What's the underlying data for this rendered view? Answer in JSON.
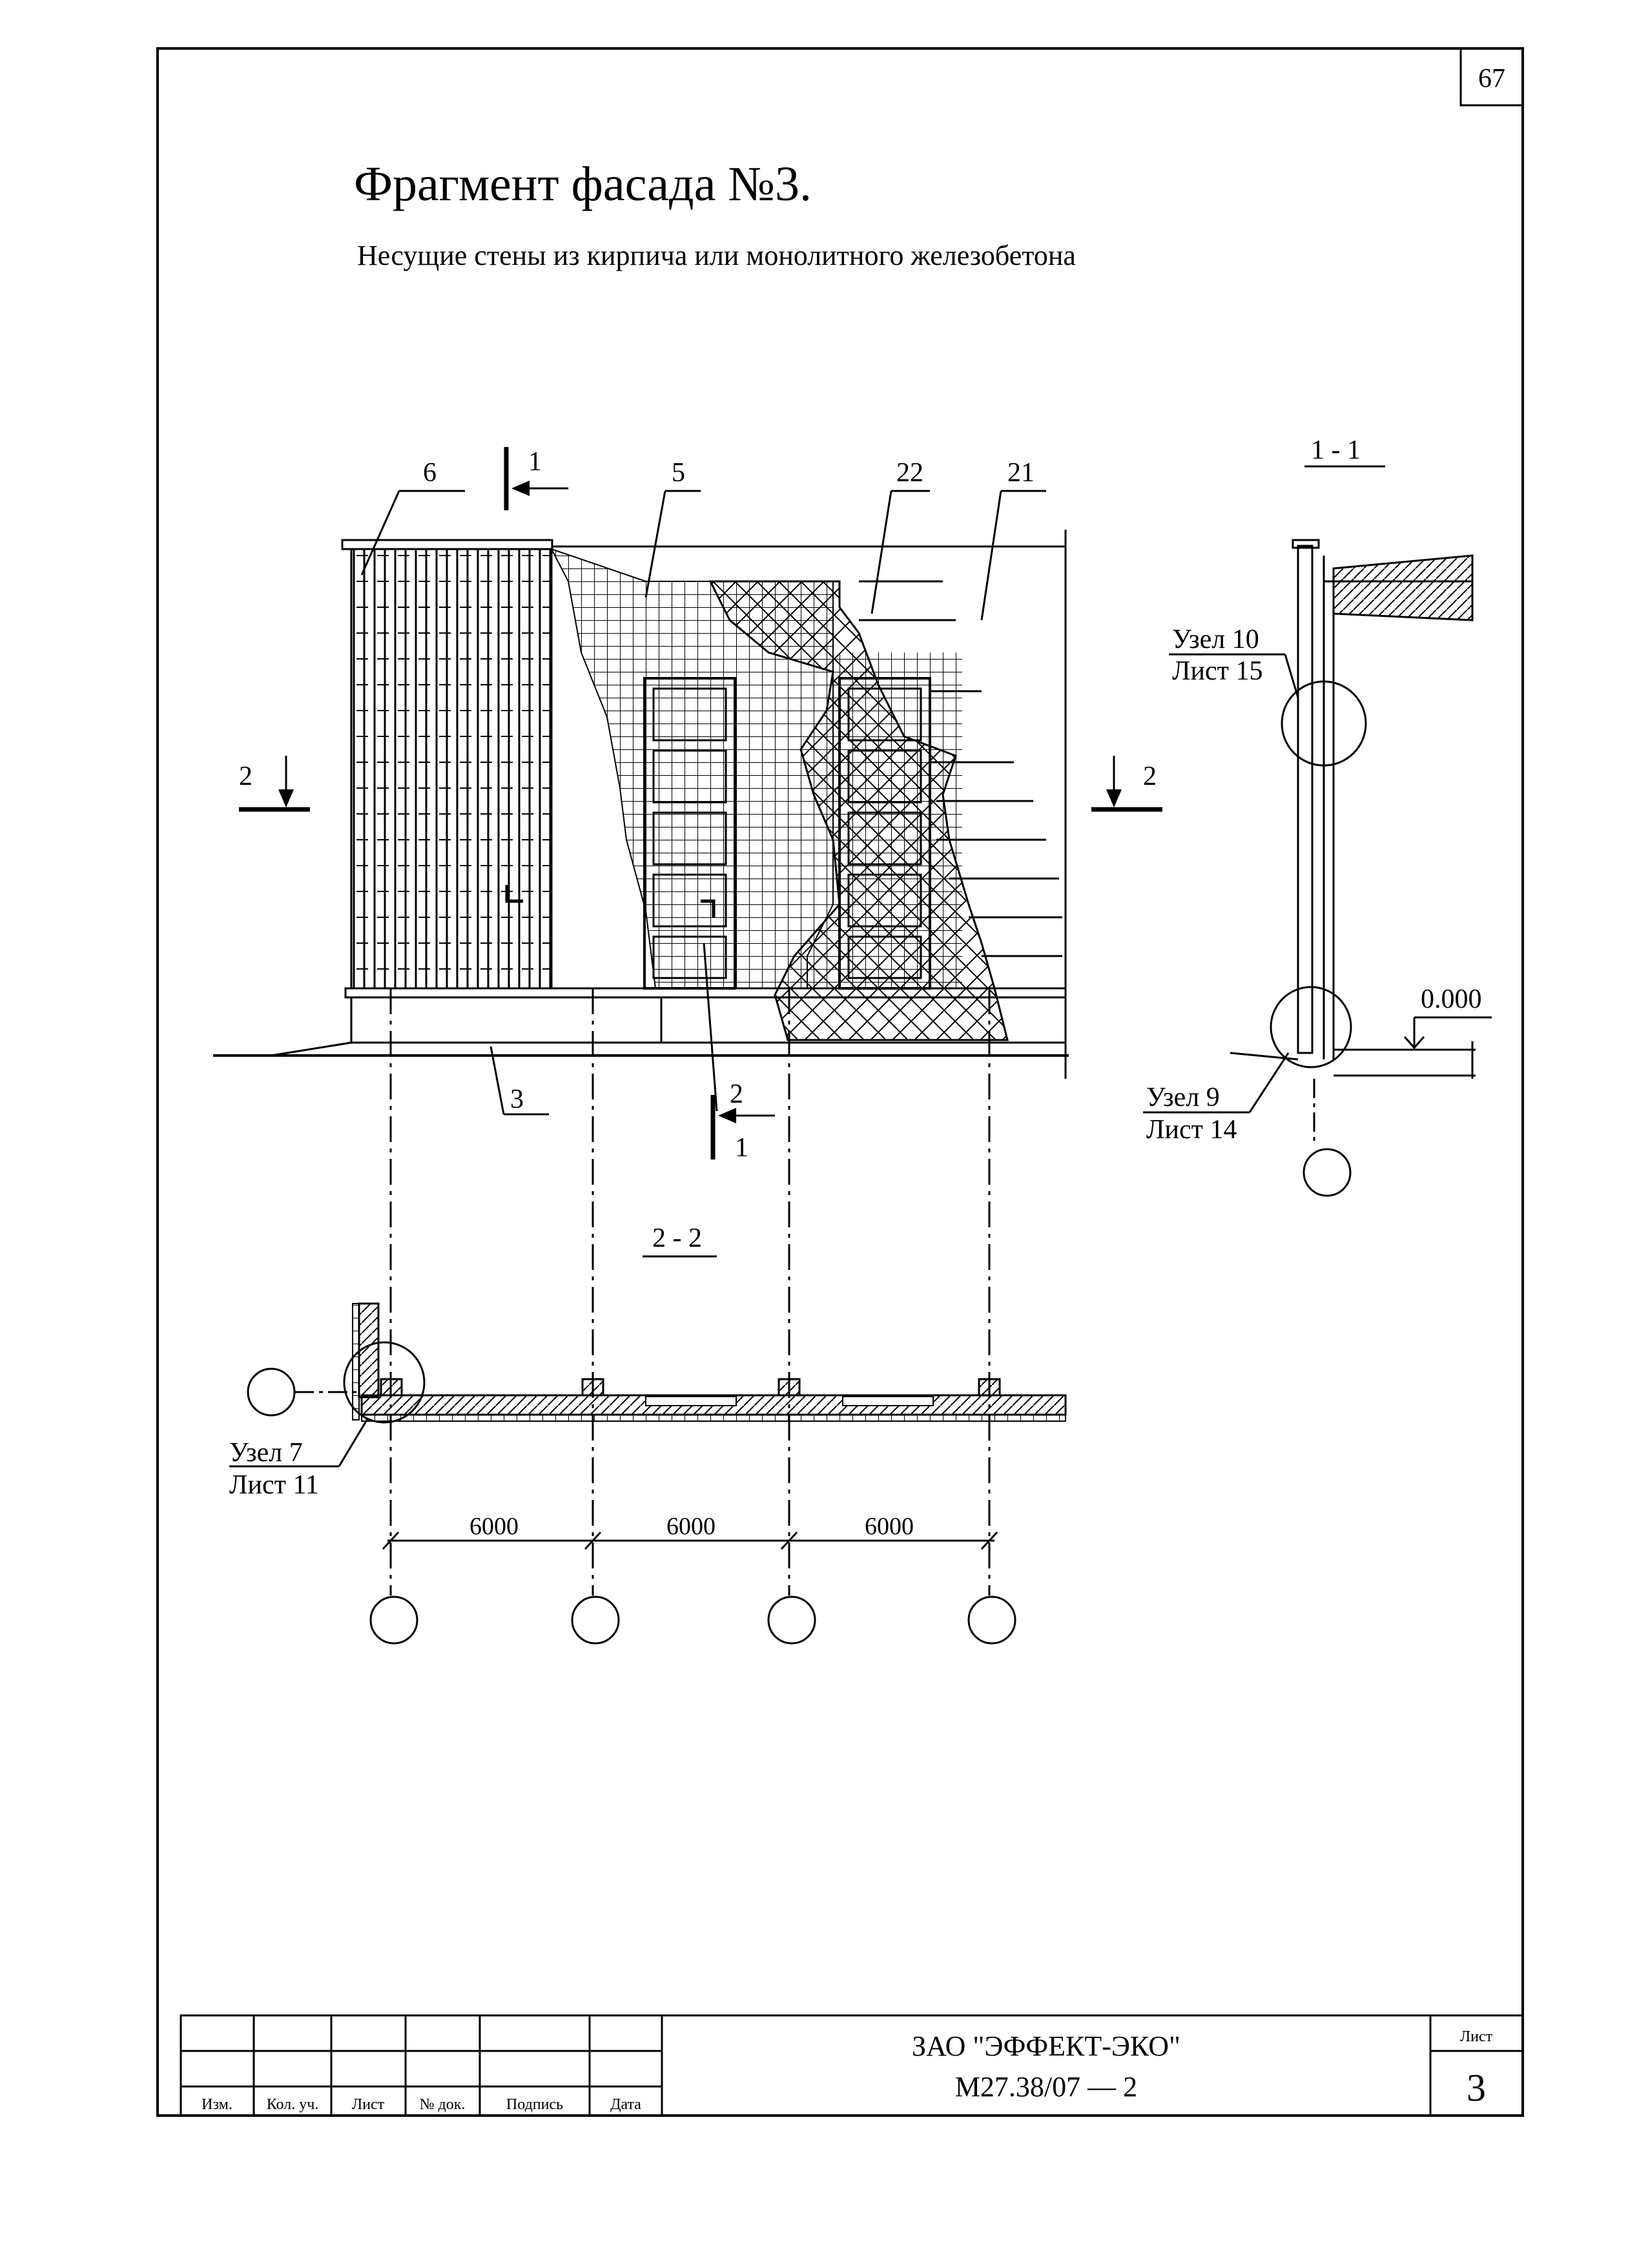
{
  "page_number": "67",
  "title": "Фрагмент фасада №3.",
  "subtitle": "Несущие стены из кирпича или монолитного железобетона",
  "facade": {
    "callouts": [
      "6",
      "5",
      "22",
      "21",
      "3"
    ],
    "section_mark": "1",
    "section_mark_2": "2"
  },
  "section_1_1": {
    "title": "1 - 1",
    "node10": "Узел 10",
    "sheet15": "Лист 15",
    "node9": "Узел 9",
    "sheet14": "Лист 14",
    "level": "0.000"
  },
  "section_2_2": {
    "title": "2 - 2",
    "node7": "Узел 7",
    "sheet11": "Лист 11",
    "dims": [
      "6000",
      "6000",
      "6000"
    ]
  },
  "title_block": {
    "headers": [
      "Изм.",
      "Кол. уч.",
      "Лист",
      "№ док.",
      "Подпись",
      "Дата"
    ],
    "company": "ЗАО \"ЭФФЕКТ-ЭКО\"",
    "doc_code": "М27.38/07 — 2",
    "sheet_label": "Лист",
    "sheet_number": "3"
  }
}
